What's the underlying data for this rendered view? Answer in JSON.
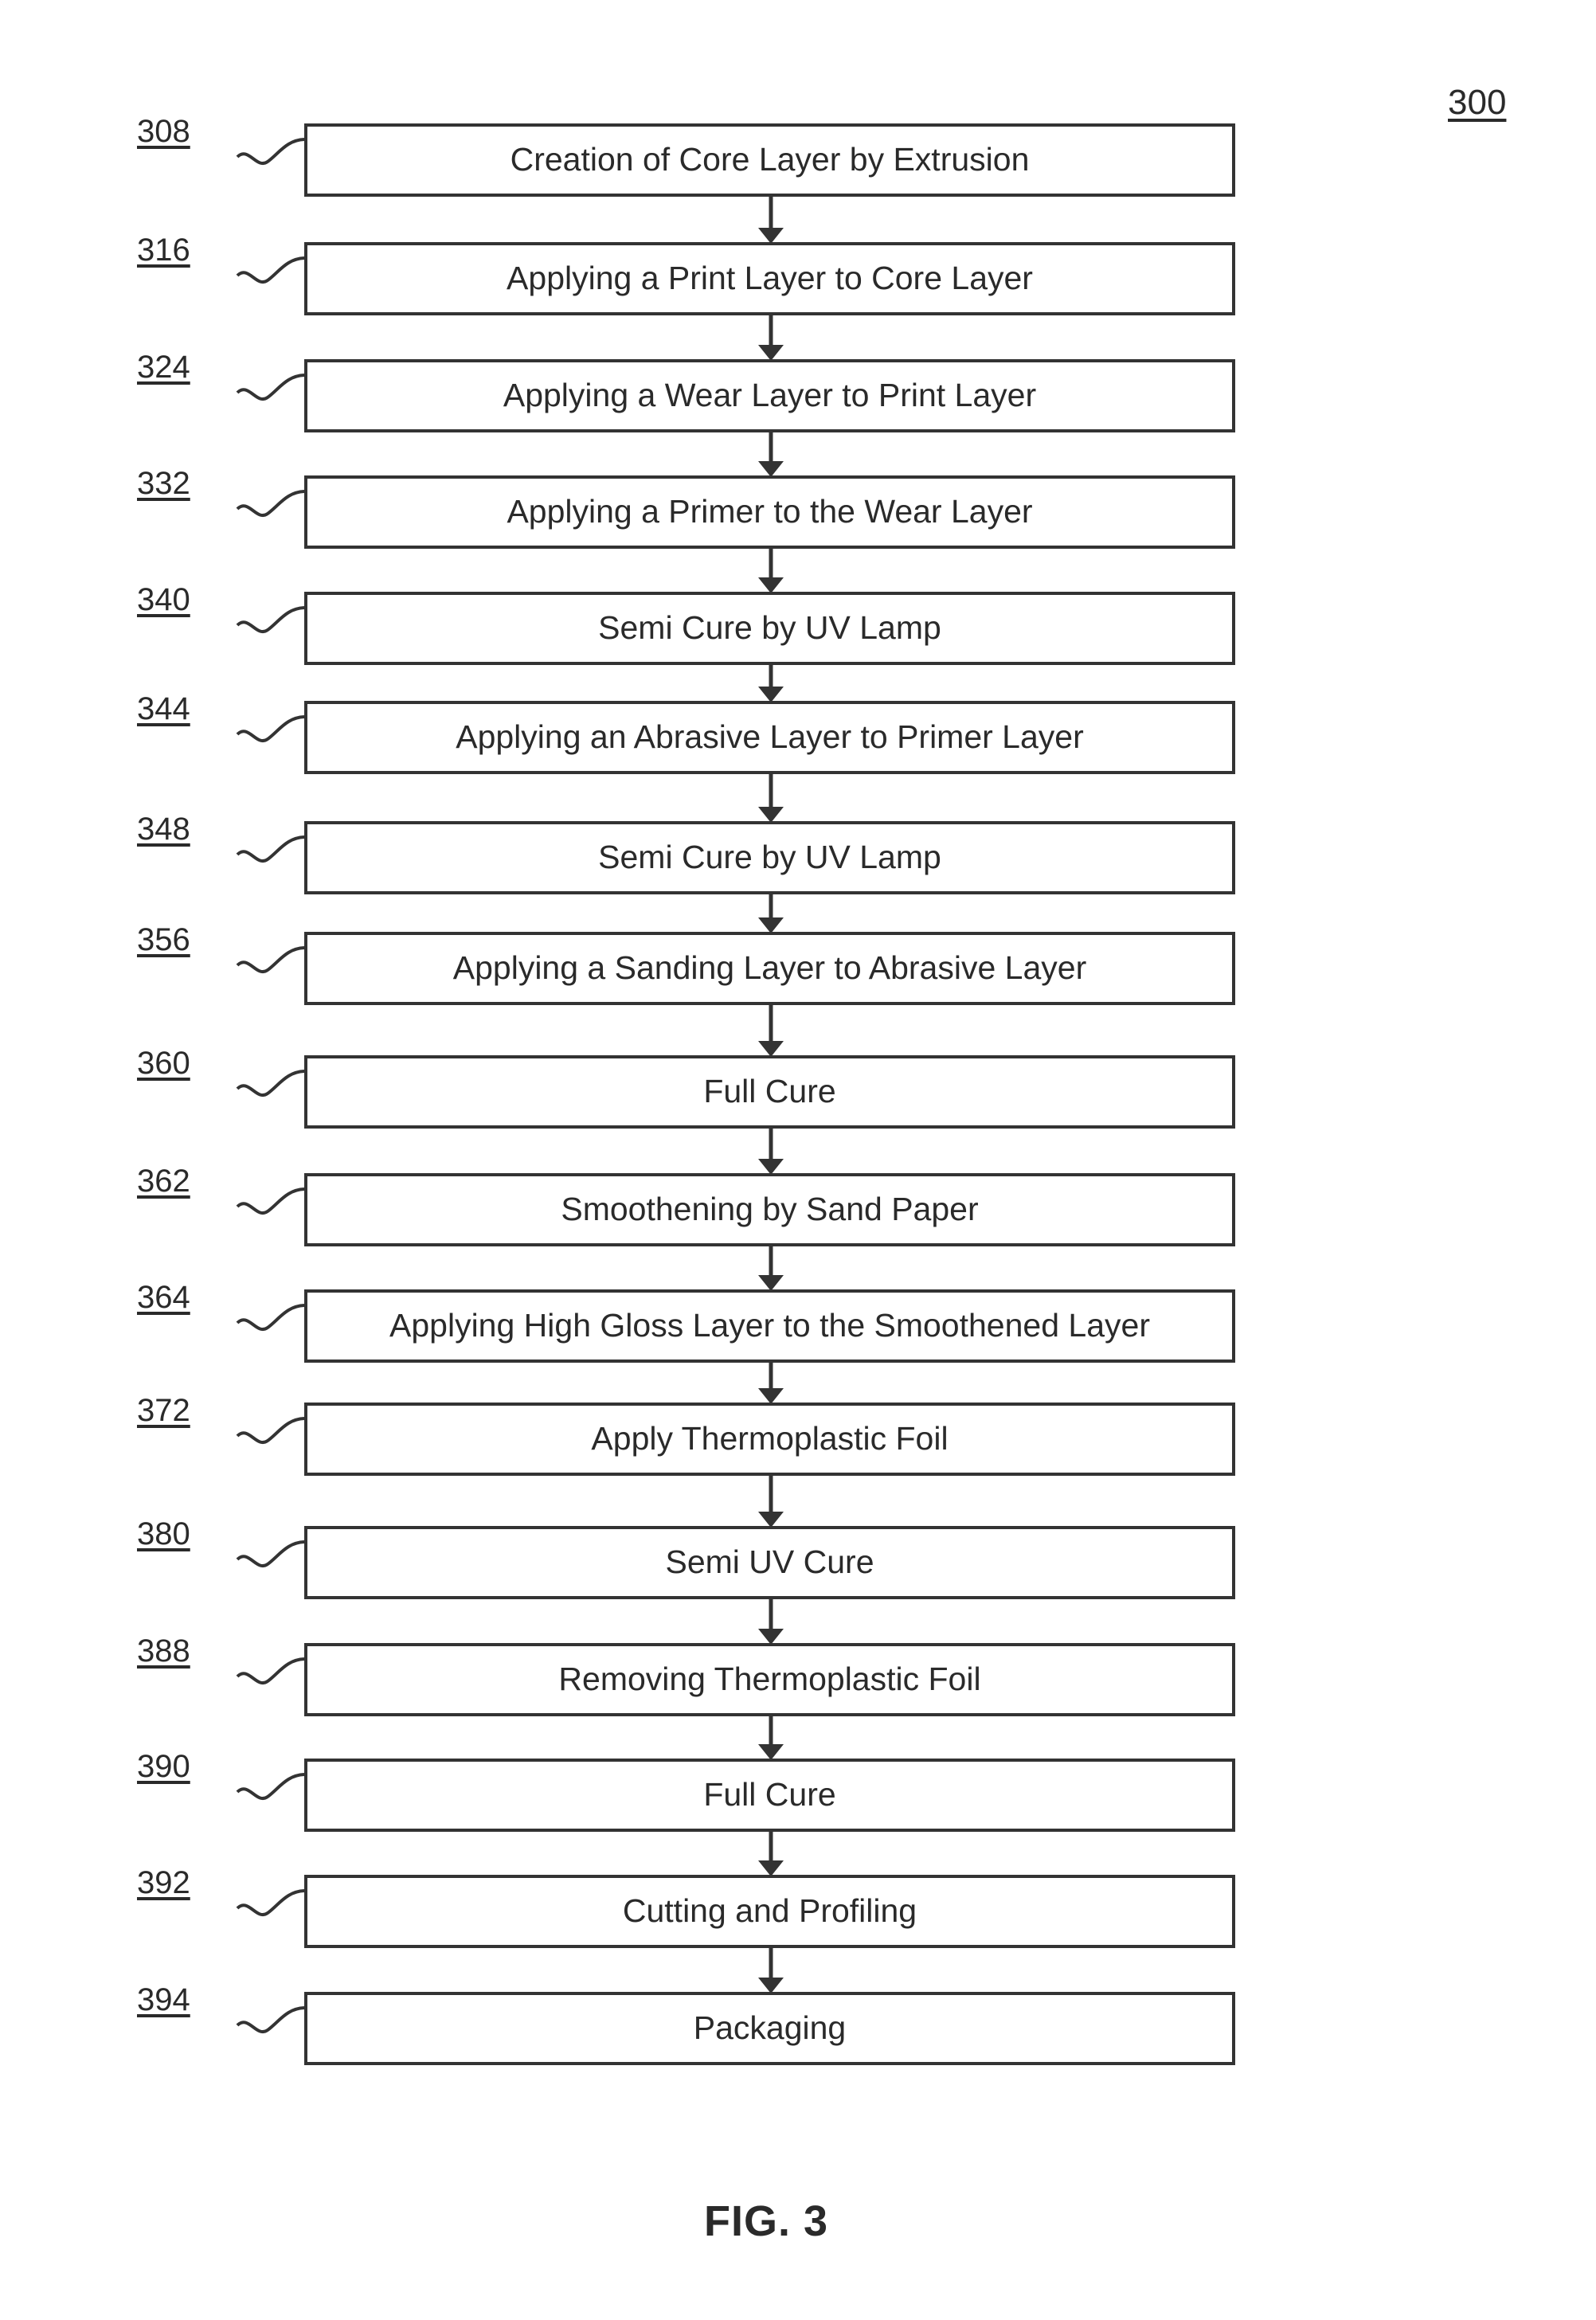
{
  "figure_ref": "300",
  "figure_label": "FIG. 3",
  "steps": [
    {
      "num": "308",
      "text": "Creation of Core Layer by Extrusion"
    },
    {
      "num": "316",
      "text": "Applying a Print Layer to Core Layer"
    },
    {
      "num": "324",
      "text": "Applying a Wear Layer to Print Layer"
    },
    {
      "num": "332",
      "text": "Applying a Primer to the Wear Layer"
    },
    {
      "num": "340",
      "text": "Semi Cure by UV Lamp"
    },
    {
      "num": "344",
      "text": "Applying an Abrasive Layer to Primer Layer"
    },
    {
      "num": "348",
      "text": "Semi Cure by UV Lamp"
    },
    {
      "num": "356",
      "text": "Applying a Sanding Layer to Abrasive Layer"
    },
    {
      "num": "360",
      "text": "Full Cure"
    },
    {
      "num": "362",
      "text": "Smoothening by Sand Paper"
    },
    {
      "num": "364",
      "text": "Applying High Gloss Layer to the Smoothened Layer"
    },
    {
      "num": "372",
      "text": "Apply Thermoplastic Foil"
    },
    {
      "num": "380",
      "text": "Semi UV Cure"
    },
    {
      "num": "388",
      "text": "Removing Thermoplastic Foil"
    },
    {
      "num": "390",
      "text": "Full Cure"
    },
    {
      "num": "392",
      "text": "Cutting and Profiling"
    },
    {
      "num": "394",
      "text": "Packaging"
    }
  ]
}
